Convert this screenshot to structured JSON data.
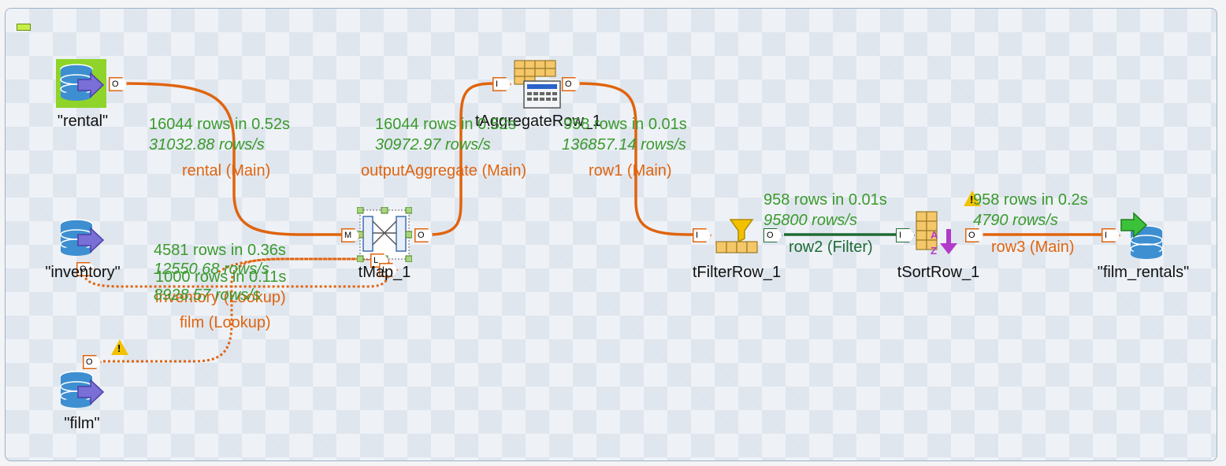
{
  "components": {
    "rental": "\"rental\"",
    "inventory": "\"inventory\"",
    "film": "\"film\"",
    "tmap": "tMap_1",
    "aggregate": "tAggregateRow_1",
    "filter": "tFilterRow_1",
    "sort": "tSortRow_1",
    "film_rentals": "\"film_rentals\""
  },
  "ports": {
    "out": "O",
    "in": "I",
    "main": "M",
    "lookup": "L"
  },
  "links": {
    "rental": "rental (Main)",
    "inventory": "inventory (Lookup)",
    "film": "film (Lookup)",
    "output_aggregate": "outputAggregate (Main)",
    "row1": "row1 (Main)",
    "row2": "row2 (Filter)",
    "row3": "row3 (Main)"
  },
  "stats": {
    "rental": {
      "rows": "16044 rows in 0.52s",
      "rate": "31032.88 rows/s"
    },
    "inventory": {
      "rows": "4581 rows in 0.36s",
      "rate": "12550.68 rows/s"
    },
    "film": {
      "rows": "1000 rows in 0.11s",
      "rate": "8928.57 rows/s"
    },
    "output_aggregate": {
      "rows": "16044 rows in 0.52s",
      "rate": "30972.97 rows/s"
    },
    "row1": {
      "rows": "958 rows in 0.01s",
      "rate": "136857.14 rows/s"
    },
    "row2": {
      "rows": "958 rows in 0.01s",
      "rate": "95800 rows/s"
    },
    "row3": {
      "rows": "958 rows in 0.2s",
      "rate": "4790 rows/s"
    }
  },
  "colors": {
    "main_link": "#e0640e",
    "filter_link": "#1f6b35",
    "stat_text": "#3a9a2c"
  },
  "icons": [
    "db-input-icon",
    "db-output-icon",
    "tmap-icon",
    "aggregate-icon",
    "filter-icon",
    "sort-icon",
    "warning-icon"
  ]
}
